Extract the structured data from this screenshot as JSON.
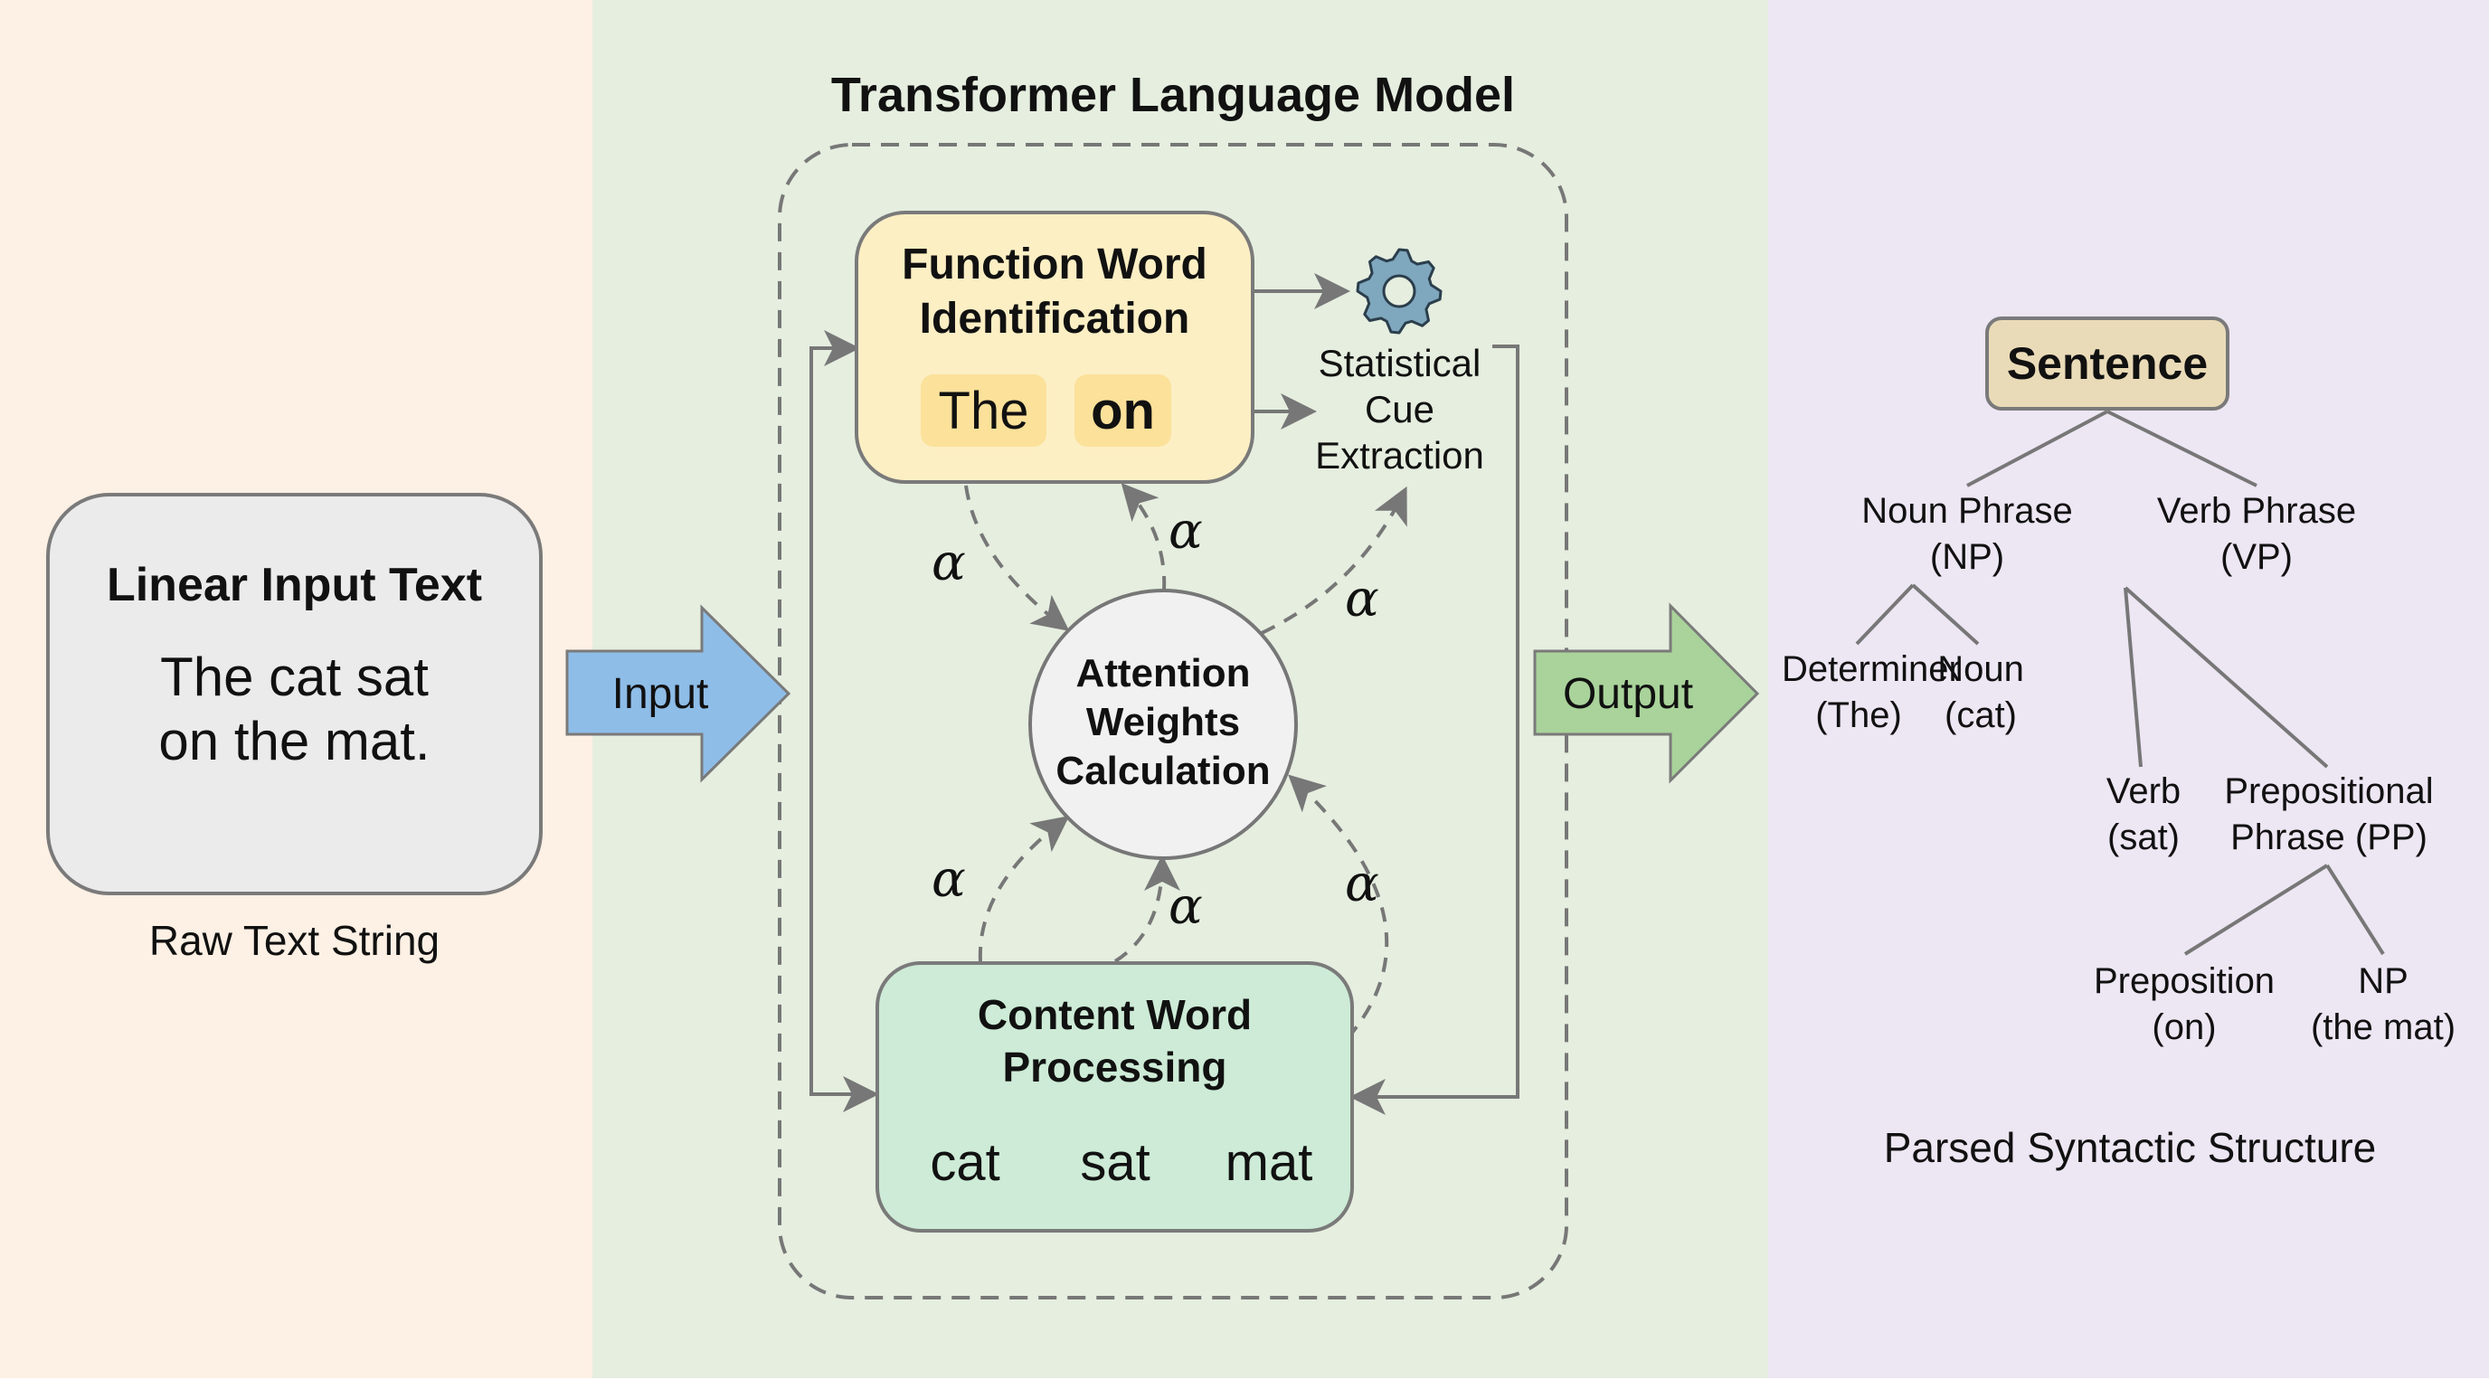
{
  "input_panel": {
    "box_title": "Linear Input Text",
    "box_text_line1": "The cat sat",
    "box_text_line2": "on the mat.",
    "caption": "Raw Text String",
    "arrow_label": "Input"
  },
  "model_panel": {
    "title": "Transformer Language Model",
    "function_word_box": {
      "title_line1": "Function Word",
      "title_line2": "Identification",
      "tokens": [
        "The",
        "on"
      ]
    },
    "statistical_cue": {
      "icon": "gear-icon",
      "label_line1": "Statistical",
      "label_line2": "Cue",
      "label_line3": "Extraction"
    },
    "attention_node": {
      "line1": "Attention",
      "line2": "Weights",
      "line3": "Calculation"
    },
    "content_word_box": {
      "title_line1": "Content Word",
      "title_line2": "Processing",
      "tokens": [
        "cat",
        "sat",
        "mat"
      ]
    },
    "attention_symbol": "α",
    "arrow_label": "Output"
  },
  "output_panel": {
    "root": "Sentence",
    "noun_phrase": {
      "line1": "Noun Phrase",
      "line2": "(NP)"
    },
    "verb_phrase": {
      "line1": "Verb Phrase",
      "line2": "(VP)"
    },
    "determiner": {
      "line1": "Determiner",
      "line2": "(The)"
    },
    "noun": {
      "line1": "Noun",
      "line2": "(cat)"
    },
    "verb": {
      "line1": "Verb",
      "line2": "(sat)"
    },
    "prep_phrase": {
      "line1": "Prepositional",
      "line2": "Phrase (PP)"
    },
    "preposition": {
      "line1": "Preposition",
      "line2": "(on)"
    },
    "np_mat": {
      "line1": "NP",
      "line2": "(the mat)"
    },
    "caption": "Parsed Syntactic Structure"
  },
  "colors": {
    "input_arrow": "#8ebde8",
    "output_arrow": "#a9d39a",
    "function_box": "#fdefc4",
    "content_box": "#cdebd6",
    "root_box": "#eadbb8",
    "gear": "#7fa7bd"
  }
}
